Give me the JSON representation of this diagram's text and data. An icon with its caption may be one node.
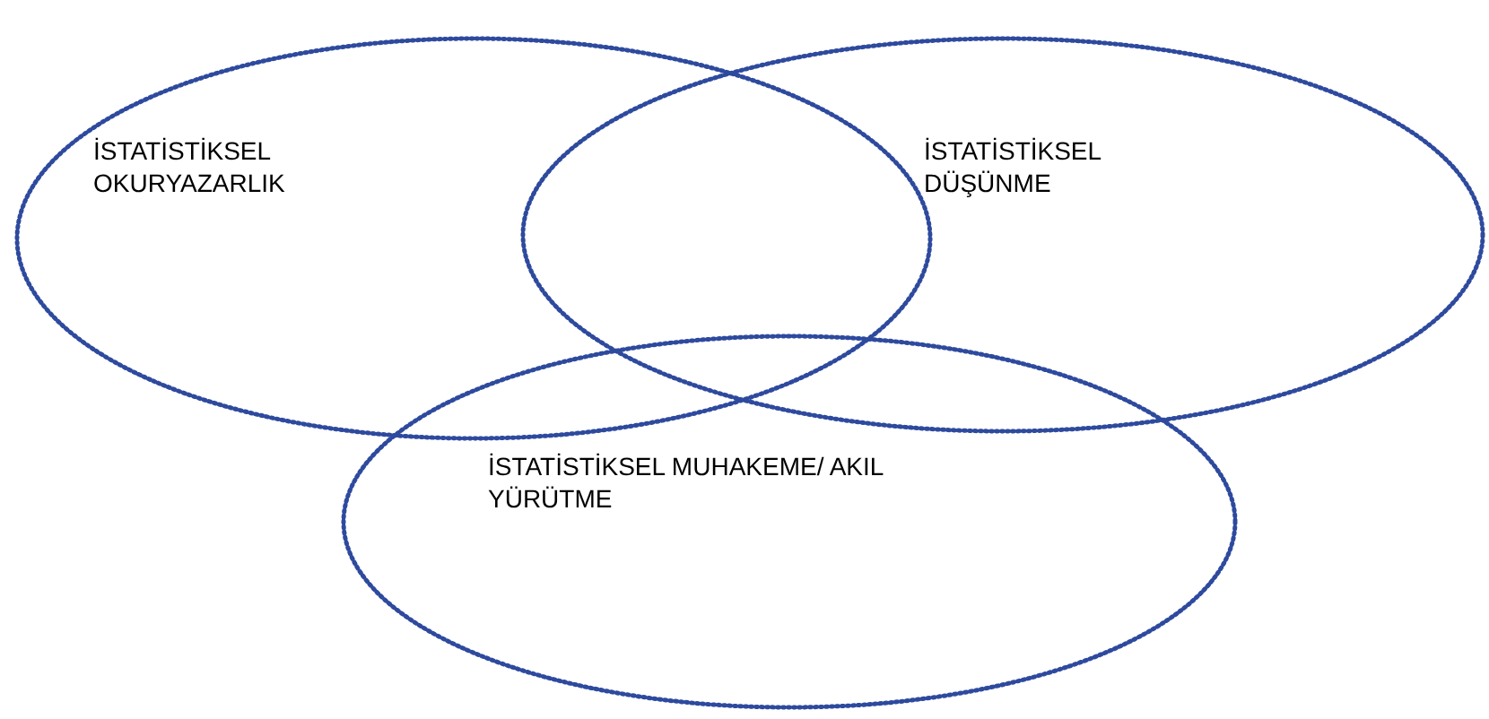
{
  "diagram": {
    "nodes": [
      {
        "text": [
          "İSTATİSTİKSEL OKURYAZARLIK"
        ]
      },
      {
        "text": [
          "İSTATİSTİKSEL DÜŞÜNME"
        ]
      },
      {
        "text": [
          "İSTATİSTİKSEL MUHAKEME/ AKIL YÜRÜTME"
        ]
      }
    ]
  }
}
